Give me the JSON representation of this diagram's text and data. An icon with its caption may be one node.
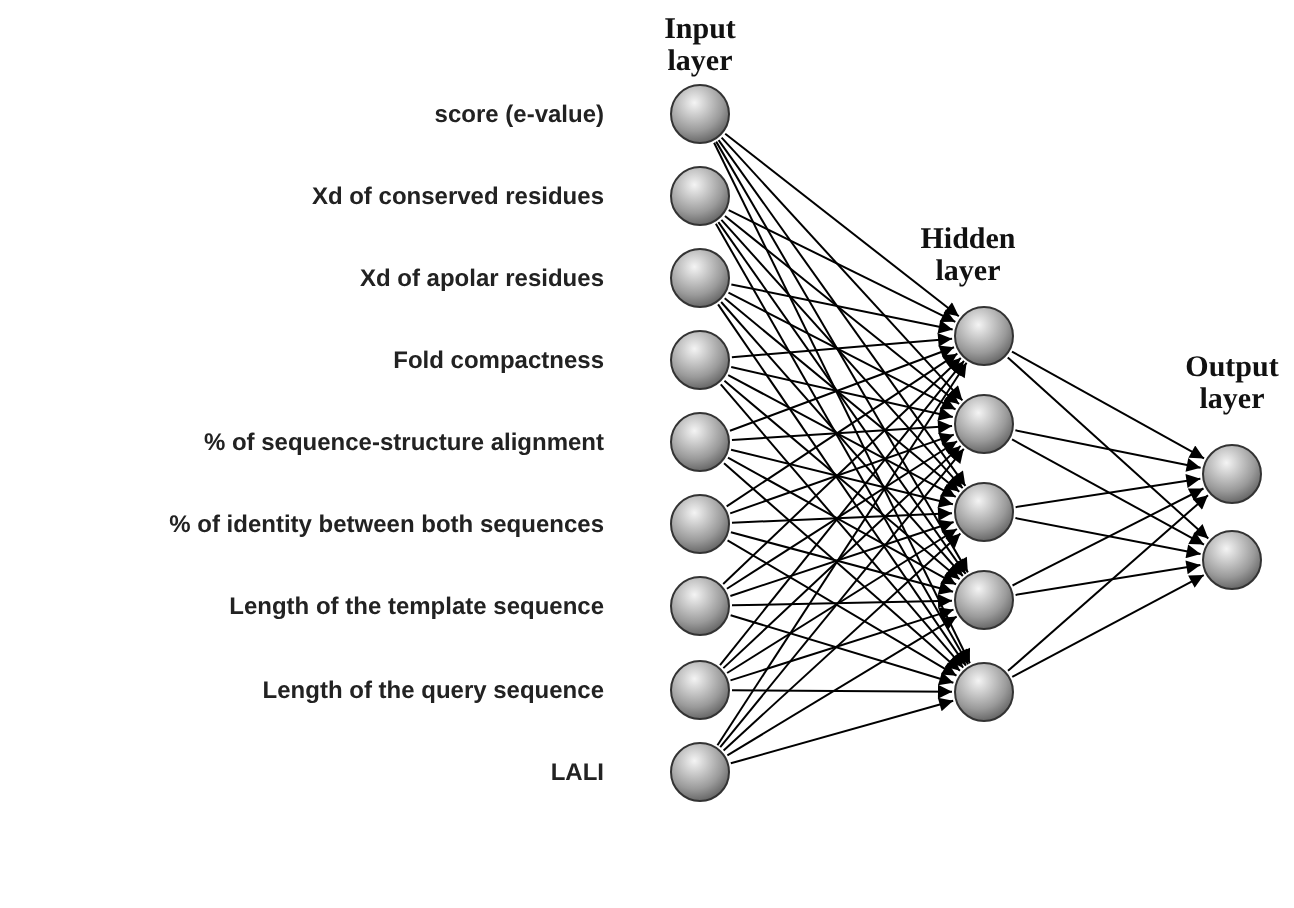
{
  "diagram": {
    "nodes": [
      {
        "text": [],
        "shape": "circle",
        "beside": [
          "score (e-value)"
        ]
      },
      {
        "text": [],
        "shape": "circle",
        "beside": [
          "Xd of conserved residues"
        ]
      },
      {
        "text": [],
        "shape": "circle",
        "beside": [
          "Xd of apolar residues"
        ]
      },
      {
        "text": [],
        "shape": "circle",
        "beside": [
          "Fold compactness"
        ]
      },
      {
        "text": [],
        "shape": "circle",
        "beside": [
          "% of sequence-structure alignment"
        ]
      },
      {
        "text": [],
        "shape": "circle",
        "beside": [
          "% of identity between both sequences"
        ]
      },
      {
        "text": [],
        "shape": "circle",
        "beside": [
          "Length of the template sequence"
        ]
      },
      {
        "text": [],
        "shape": "circle",
        "beside": [
          "Length of the query sequence"
        ]
      },
      {
        "text": [],
        "shape": "circle",
        "beside": [
          "LALI"
        ]
      },
      {
        "text": [],
        "shape": "circle"
      },
      {
        "text": [],
        "shape": "circle"
      },
      {
        "text": [],
        "shape": "circle"
      },
      {
        "text": [],
        "shape": "circle"
      },
      {
        "text": [],
        "shape": "circle"
      },
      {
        "text": [],
        "shape": "circle"
      },
      {
        "text": [],
        "shape": "circle"
      }
    ],
    "edges": [
      {
        "from": 0,
        "to": 9,
        "arrow": "to"
      },
      {
        "from": 0,
        "to": 10,
        "arrow": "to"
      },
      {
        "from": 0,
        "to": 11,
        "arrow": "to"
      },
      {
        "from": 0,
        "to": 12,
        "arrow": "to"
      },
      {
        "from": 0,
        "to": 13,
        "arrow": "to"
      },
      {
        "from": 1,
        "to": 9,
        "arrow": "to"
      },
      {
        "from": 1,
        "to": 10,
        "arrow": "to"
      },
      {
        "from": 1,
        "to": 11,
        "arrow": "to"
      },
      {
        "from": 1,
        "to": 12,
        "arrow": "to"
      },
      {
        "from": 1,
        "to": 13,
        "arrow": "to"
      },
      {
        "from": 2,
        "to": 9,
        "arrow": "to"
      },
      {
        "from": 2,
        "to": 10,
        "arrow": "to"
      },
      {
        "from": 2,
        "to": 11,
        "arrow": "to"
      },
      {
        "from": 2,
        "to": 12,
        "arrow": "to"
      },
      {
        "from": 2,
        "to": 13,
        "arrow": "to"
      },
      {
        "from": 3,
        "to": 9,
        "arrow": "to"
      },
      {
        "from": 3,
        "to": 10,
        "arrow": "to"
      },
      {
        "from": 3,
        "to": 11,
        "arrow": "to"
      },
      {
        "from": 3,
        "to": 12,
        "arrow": "to"
      },
      {
        "from": 3,
        "to": 13,
        "arrow": "to"
      },
      {
        "from": 4,
        "to": 9,
        "arrow": "to"
      },
      {
        "from": 4,
        "to": 10,
        "arrow": "to"
      },
      {
        "from": 4,
        "to": 11,
        "arrow": "to"
      },
      {
        "from": 4,
        "to": 12,
        "arrow": "to"
      },
      {
        "from": 4,
        "to": 13,
        "arrow": "to"
      },
      {
        "from": 5,
        "to": 9,
        "arrow": "to"
      },
      {
        "from": 5,
        "to": 10,
        "arrow": "to"
      },
      {
        "from": 5,
        "to": 11,
        "arrow": "to"
      },
      {
        "from": 5,
        "to": 12,
        "arrow": "to"
      },
      {
        "from": 5,
        "to": 13,
        "arrow": "to"
      },
      {
        "from": 6,
        "to": 9,
        "arrow": "to"
      },
      {
        "from": 6,
        "to": 10,
        "arrow": "to"
      },
      {
        "from": 6,
        "to": 11,
        "arrow": "to"
      },
      {
        "from": 6,
        "to": 12,
        "arrow": "to"
      },
      {
        "from": 6,
        "to": 13,
        "arrow": "to"
      },
      {
        "from": 7,
        "to": 9,
        "arrow": "to"
      },
      {
        "from": 7,
        "to": 10,
        "arrow": "to"
      },
      {
        "from": 7,
        "to": 11,
        "arrow": "to"
      },
      {
        "from": 7,
        "to": 12,
        "arrow": "to"
      },
      {
        "from": 7,
        "to": 13,
        "arrow": "to"
      },
      {
        "from": 8,
        "to": 9,
        "arrow": "to"
      },
      {
        "from": 8,
        "to": 10,
        "arrow": "to"
      },
      {
        "from": 8,
        "to": 11,
        "arrow": "to"
      },
      {
        "from": 8,
        "to": 12,
        "arrow": "to"
      },
      {
        "from": 8,
        "to": 13,
        "arrow": "to"
      },
      {
        "from": 9,
        "to": 14,
        "arrow": "to"
      },
      {
        "from": 9,
        "to": 15,
        "arrow": "to"
      },
      {
        "from": 10,
        "to": 14,
        "arrow": "to"
      },
      {
        "from": 10,
        "to": 15,
        "arrow": "to"
      },
      {
        "from": 11,
        "to": 14,
        "arrow": "to"
      },
      {
        "from": 11,
        "to": 15,
        "arrow": "to"
      },
      {
        "from": 12,
        "to": 14,
        "arrow": "to"
      },
      {
        "from": 12,
        "to": 15,
        "arrow": "to"
      },
      {
        "from": 13,
        "to": 14,
        "arrow": "to"
      },
      {
        "from": 13,
        "to": 15,
        "arrow": "to"
      }
    ],
    "labels": [
      "Input layer",
      "Hidden layer",
      "Output layer"
    ]
  }
}
